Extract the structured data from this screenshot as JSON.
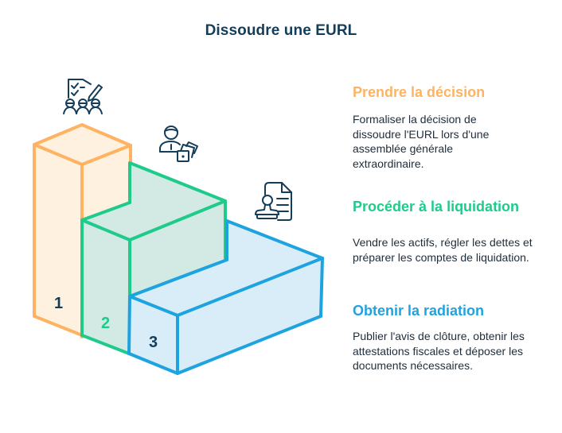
{
  "title": "Dissoudre une EURL",
  "colors": {
    "title": "#143d5a",
    "step1": "#fdb362",
    "step2": "#1fcb8b",
    "step3": "#1ea3e1",
    "step1_fill": "#fef1e0",
    "step2_fill": "#d3e9e4",
    "step3_fill": "#d9edf8",
    "icon": "#143d5a"
  },
  "steps": [
    {
      "number": "1",
      "heading": "Prendre la décision",
      "description": "Formaliser la décision de dissoudre l'EURL lors d'une assemblée générale extraordinaire.",
      "icon": "checklist-team-signing-icon"
    },
    {
      "number": "2",
      "heading": "Procéder à la liquidation",
      "description": "Vendre les actifs, régler les dettes et préparer les comptes de liquidation.",
      "icon": "person-with-cash-icon"
    },
    {
      "number": "3",
      "heading": "Obtenir la radiation",
      "description": "Publier l'avis de clôture, obtenir les attestations fiscales et déposer les documents nécessaires.",
      "icon": "stamp-document-icon"
    }
  ]
}
